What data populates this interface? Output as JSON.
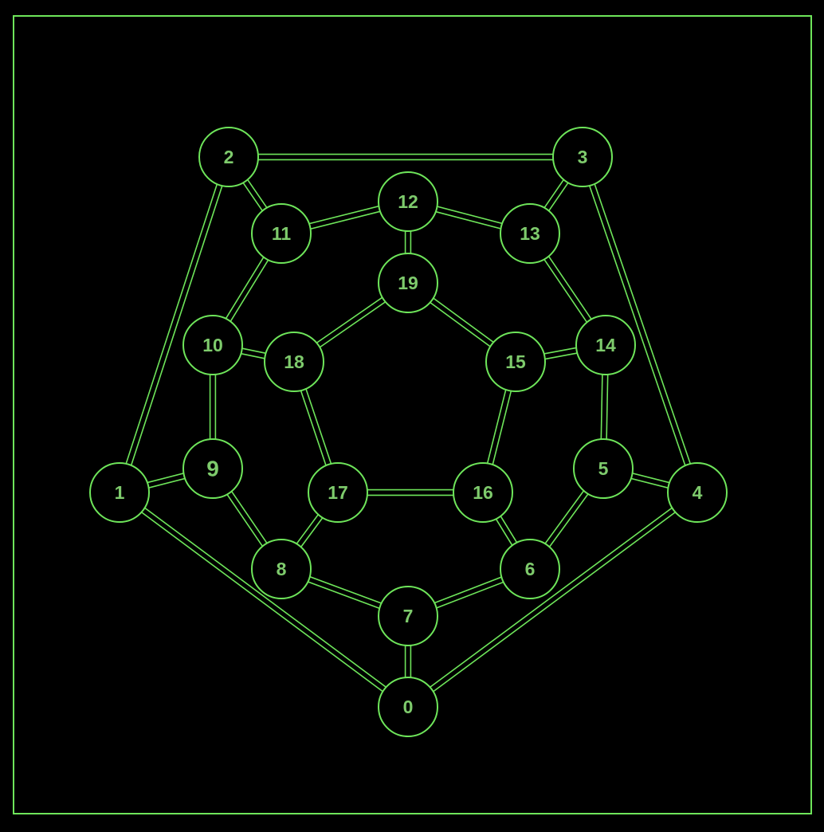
{
  "colors": {
    "background": "#000000",
    "accent": "#6ee55a",
    "label": "#7ecb6c"
  },
  "graph": {
    "nodes": [
      {
        "id": 0,
        "label": "0"
      },
      {
        "id": 1,
        "label": "1"
      },
      {
        "id": 2,
        "label": "2"
      },
      {
        "id": 3,
        "label": "3"
      },
      {
        "id": 4,
        "label": "4"
      },
      {
        "id": 5,
        "label": "5"
      },
      {
        "id": 6,
        "label": "6"
      },
      {
        "id": 7,
        "label": "7"
      },
      {
        "id": 8,
        "label": "8"
      },
      {
        "id": 9,
        "label": "9"
      },
      {
        "id": 10,
        "label": "10"
      },
      {
        "id": 11,
        "label": "11"
      },
      {
        "id": 12,
        "label": "12"
      },
      {
        "id": 13,
        "label": "13"
      },
      {
        "id": 14,
        "label": "14"
      },
      {
        "id": 15,
        "label": "15"
      },
      {
        "id": 16,
        "label": "16"
      },
      {
        "id": 17,
        "label": "17"
      },
      {
        "id": 18,
        "label": "18"
      },
      {
        "id": 19,
        "label": "19"
      }
    ],
    "edges": [
      [
        0,
        1
      ],
      [
        0,
        4
      ],
      [
        0,
        7
      ],
      [
        1,
        2
      ],
      [
        1,
        9
      ],
      [
        2,
        3
      ],
      [
        2,
        11
      ],
      [
        3,
        4
      ],
      [
        3,
        13
      ],
      [
        4,
        5
      ],
      [
        5,
        6
      ],
      [
        5,
        14
      ],
      [
        6,
        7
      ],
      [
        6,
        16
      ],
      [
        7,
        8
      ],
      [
        8,
        9
      ],
      [
        8,
        17
      ],
      [
        9,
        10
      ],
      [
        10,
        11
      ],
      [
        10,
        18
      ],
      [
        11,
        12
      ],
      [
        12,
        13
      ],
      [
        12,
        19
      ],
      [
        13,
        14
      ],
      [
        14,
        15
      ],
      [
        15,
        16
      ],
      [
        15,
        19
      ],
      [
        16,
        17
      ],
      [
        17,
        18
      ],
      [
        18,
        19
      ]
    ]
  }
}
